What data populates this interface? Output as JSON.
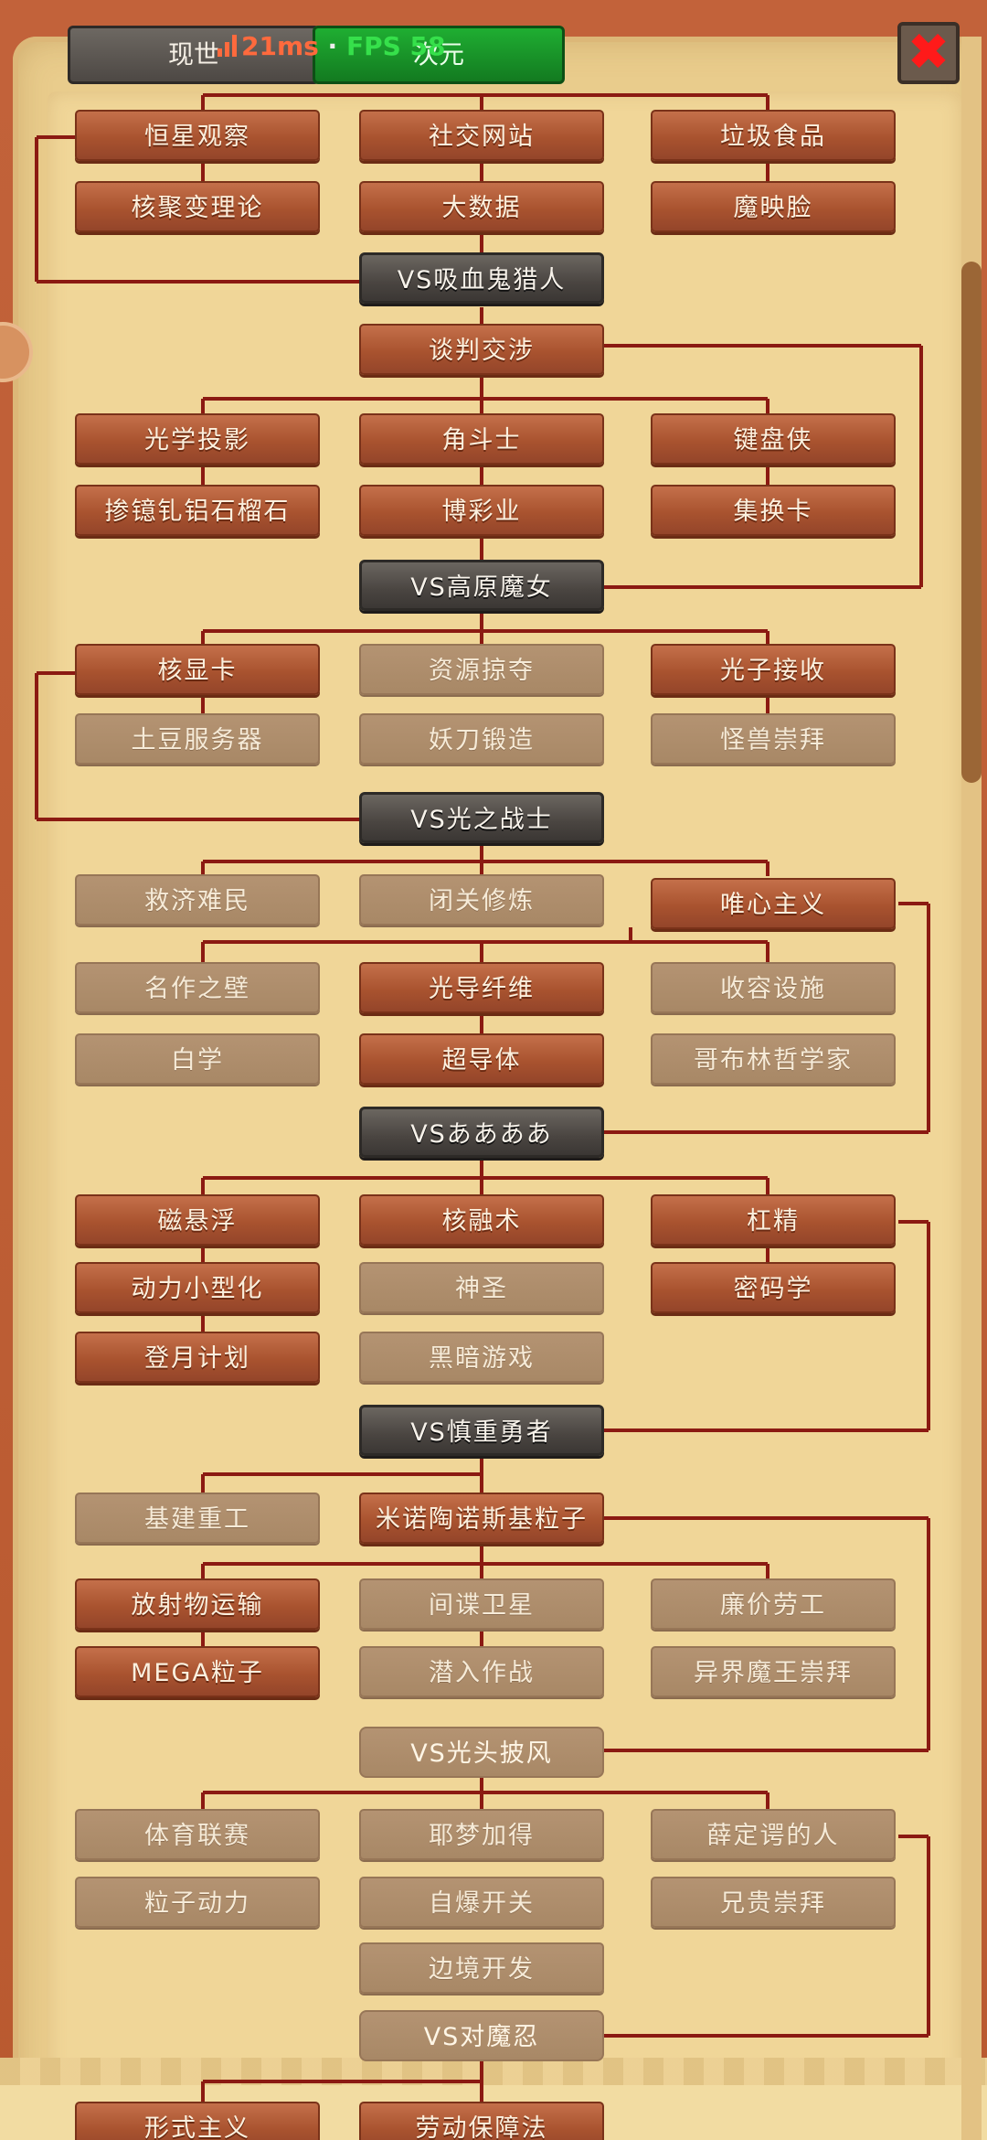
{
  "tabs": [
    "现世",
    "次元"
  ],
  "hud": {
    "latency": "21ms",
    "fps": "FPS 58"
  },
  "tree": [
    {
      "label": "恒星观察",
      "state": "done"
    },
    {
      "label": "社交网站",
      "state": "done"
    },
    {
      "label": "垃圾食品",
      "state": "done"
    },
    {
      "label": "核聚变理论",
      "state": "done"
    },
    {
      "label": "大数据",
      "state": "done"
    },
    {
      "label": "魔映脸",
      "state": "done"
    },
    {
      "label": "VS吸血鬼猎人",
      "state": "boss"
    },
    {
      "label": "谈判交涉",
      "state": "done"
    },
    {
      "label": "光学投影",
      "state": "done"
    },
    {
      "label": "角斗士",
      "state": "done"
    },
    {
      "label": "键盘侠",
      "state": "done"
    },
    {
      "label": "掺镱钆铝石榴石",
      "state": "done"
    },
    {
      "label": "博彩业",
      "state": "done"
    },
    {
      "label": "集换卡",
      "state": "done"
    },
    {
      "label": "VS高原魔女",
      "state": "boss"
    },
    {
      "label": "核显卡",
      "state": "done"
    },
    {
      "label": "资源掠夺",
      "state": "locked"
    },
    {
      "label": "光子接收",
      "state": "done"
    },
    {
      "label": "土豆服务器",
      "state": "locked"
    },
    {
      "label": "妖刀锻造",
      "state": "locked"
    },
    {
      "label": "怪兽崇拜",
      "state": "locked"
    },
    {
      "label": "VS光之战士",
      "state": "boss"
    },
    {
      "label": "救济难民",
      "state": "locked"
    },
    {
      "label": "闭关修炼",
      "state": "locked"
    },
    {
      "label": "唯心主义",
      "state": "done"
    },
    {
      "label": "名作之壁",
      "state": "locked"
    },
    {
      "label": "光导纤维",
      "state": "done"
    },
    {
      "label": "收容设施",
      "state": "locked"
    },
    {
      "label": "白学",
      "state": "locked"
    },
    {
      "label": "超导体",
      "state": "done"
    },
    {
      "label": "哥布林哲学家",
      "state": "locked"
    },
    {
      "label": "VSああああ",
      "state": "boss"
    },
    {
      "label": "磁悬浮",
      "state": "done"
    },
    {
      "label": "核融术",
      "state": "done"
    },
    {
      "label": "杠精",
      "state": "done"
    },
    {
      "label": "动力小型化",
      "state": "done"
    },
    {
      "label": "神圣",
      "state": "locked"
    },
    {
      "label": "密码学",
      "state": "done"
    },
    {
      "label": "登月计划",
      "state": "done"
    },
    {
      "label": "黑暗游戏",
      "state": "locked"
    },
    {
      "label": "VS慎重勇者",
      "state": "boss"
    },
    {
      "label": "基建重工",
      "state": "locked"
    },
    {
      "label": "米诺陶诺斯基粒子",
      "state": "done"
    },
    {
      "label": "放射物运输",
      "state": "done"
    },
    {
      "label": "间谍卫星",
      "state": "locked"
    },
    {
      "label": "廉价劳工",
      "state": "locked"
    },
    {
      "label": "MEGA粒子",
      "state": "done"
    },
    {
      "label": "潜入作战",
      "state": "locked"
    },
    {
      "label": "异界魔王崇拜",
      "state": "locked"
    },
    {
      "label": "VS光头披风",
      "state": "boss-open"
    },
    {
      "label": "体育联赛",
      "state": "locked"
    },
    {
      "label": "耶梦加得",
      "state": "locked"
    },
    {
      "label": "薛定谔的人",
      "state": "locked"
    },
    {
      "label": "粒子动力",
      "state": "locked"
    },
    {
      "label": "自爆开关",
      "state": "locked"
    },
    {
      "label": "兄贵崇拜",
      "state": "locked"
    },
    {
      "label": "边境开发",
      "state": "locked"
    },
    {
      "label": "VS对魔忍",
      "state": "boss-open"
    },
    {
      "label": "形式主义",
      "state": "done"
    },
    {
      "label": "劳动保障法",
      "state": "done"
    }
  ]
}
